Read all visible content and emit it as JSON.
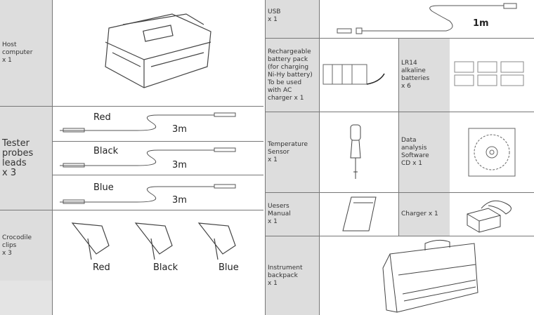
{
  "left": {
    "host": {
      "label": "Host\ncomputer\nx 1"
    },
    "probes": {
      "label": "Tester\nprobes\nleads\nx 3",
      "leads": [
        {
          "color": "Red",
          "length": "3m"
        },
        {
          "color": "Black",
          "length": "3m"
        },
        {
          "color": "Blue",
          "length": "3m"
        }
      ]
    },
    "clips": {
      "label": "Crocodile\nclips\nx 3",
      "colors": [
        "Red",
        "Black",
        "Blue"
      ]
    }
  },
  "right": {
    "usb": {
      "label": "USB\nx 1",
      "length": "1m"
    },
    "battery_pack": {
      "label": "Rechargeable\nbattery pack\n(for charging\nNi-Hy battery)\nTo be used\nwith AC\ncharger x 1"
    },
    "alkaline": {
      "label": "LR14\nalkaline\nbatteries\nx 6"
    },
    "temp": {
      "label": "Temperature\nSensor\nx 1"
    },
    "cd": {
      "label": "Data\nanalysis\nSoftware\nCD x 1"
    },
    "manual": {
      "label": "Uesers\nManual\nx 1"
    },
    "charger": {
      "label": "Charger x 1"
    },
    "backpack": {
      "label": "Instrument\nbackpack\nx 1"
    }
  }
}
